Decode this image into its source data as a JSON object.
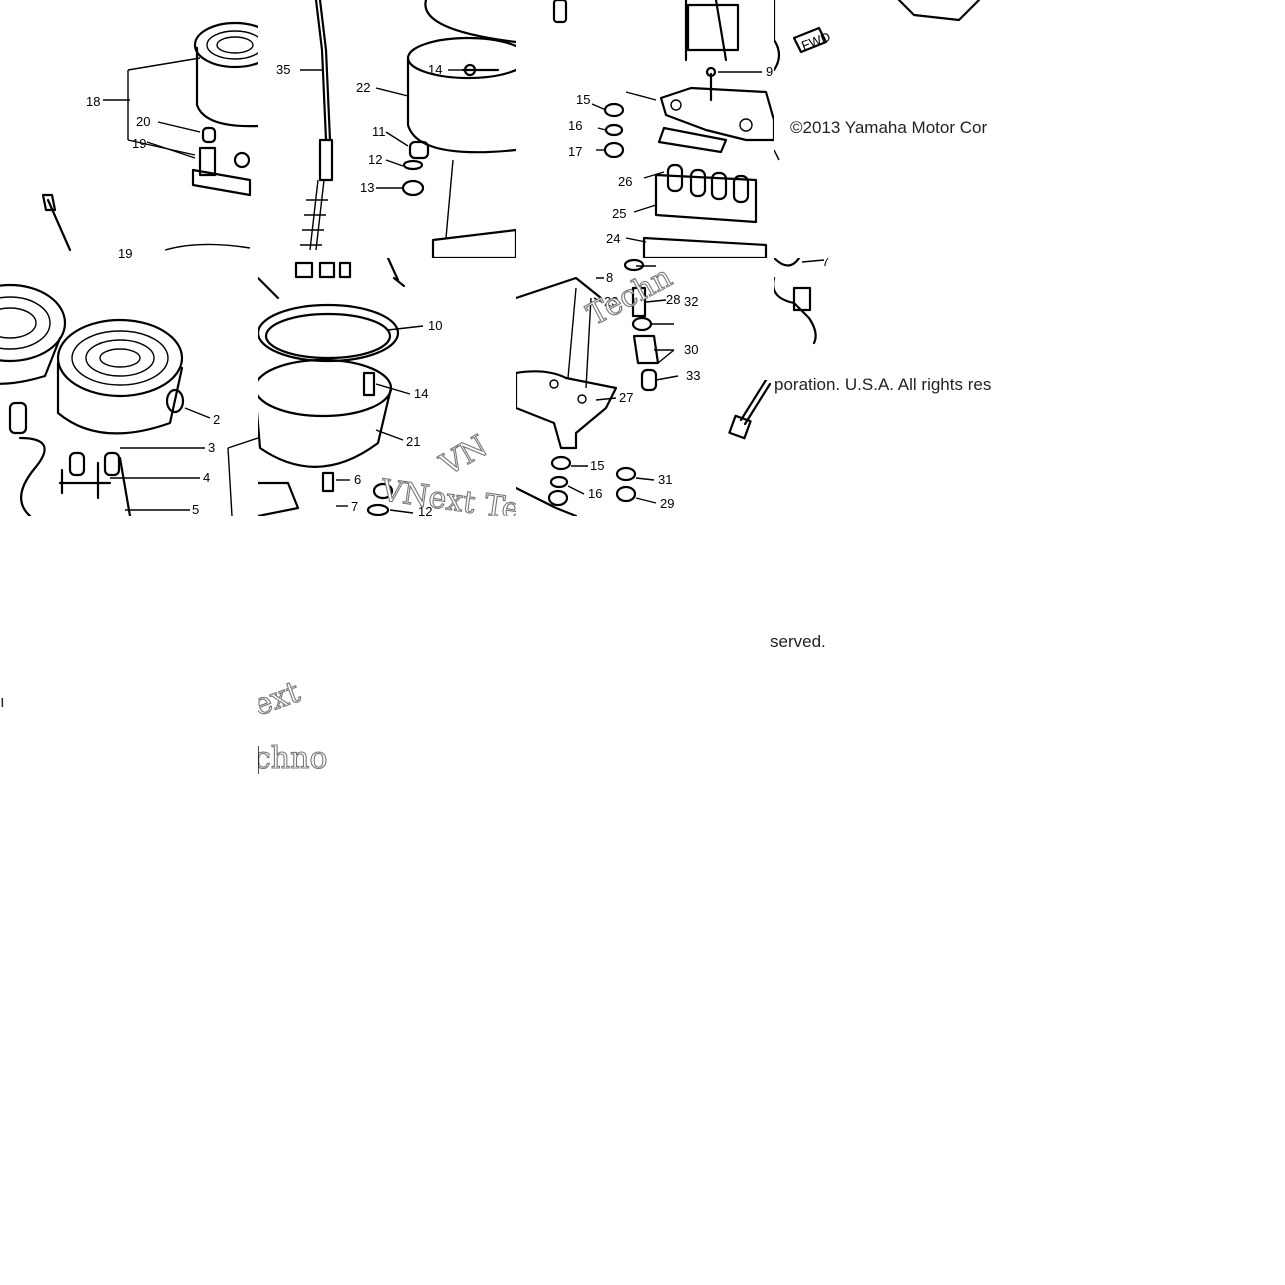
{
  "copyright": {
    "line_1": "©2013 Yamaha Motor Cor",
    "line_2": "poration. U.S.A. All rights res",
    "line_3": "served."
  },
  "fwd_label": "FWD",
  "watermark": {
    "mark_a": "Techn",
    "mark_b": "VNext Te",
    "mark_c": "VN",
    "mark_d": "ext",
    "mark_e": "chno"
  },
  "callouts_top_left": [
    "18",
    "20",
    "19",
    "19"
  ],
  "callouts_top_mid": [
    "35",
    "22",
    "14",
    "11",
    "12",
    "13"
  ],
  "callouts_top_right": [
    "9",
    "15",
    "16",
    "17",
    "26",
    "25",
    "24"
  ],
  "callouts_mid_left": [
    "2",
    "3",
    "4",
    "5"
  ],
  "callouts_mid_center": [
    "10",
    "14",
    "21",
    "6",
    "7",
    "12"
  ],
  "callouts_mid_right": [
    "8",
    "23",
    "28",
    "32",
    "30",
    "33",
    "27",
    "15",
    "16",
    "31",
    "29"
  ],
  "callouts_partial": [
    "7",
    "ı"
  ]
}
